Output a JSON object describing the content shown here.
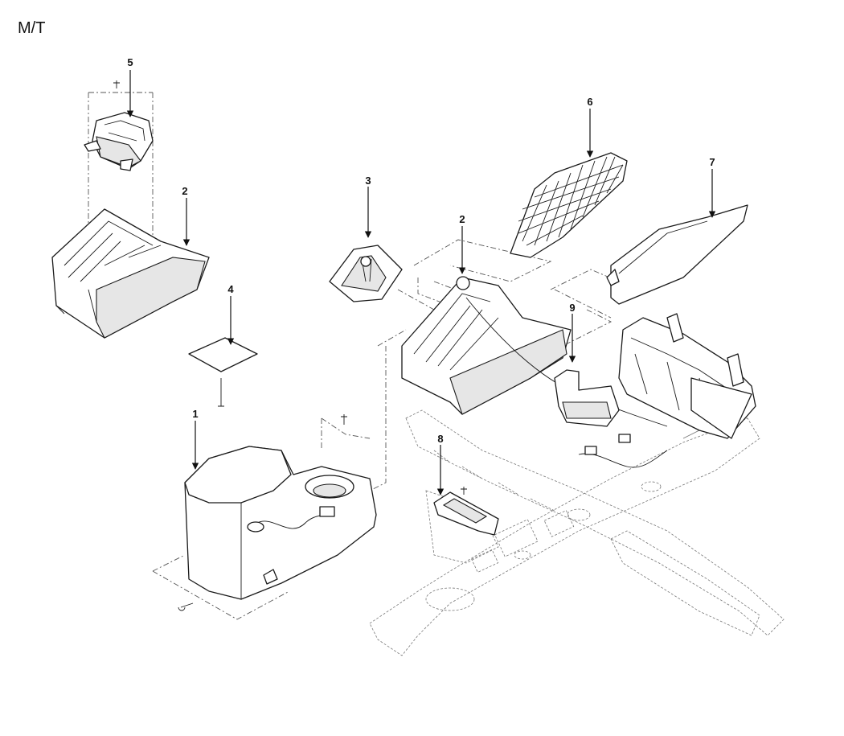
{
  "title": "M/T",
  "callouts": [
    "1",
    "2",
    "2",
    "3",
    "4",
    "5",
    "6",
    "7",
    "8",
    "9"
  ]
}
